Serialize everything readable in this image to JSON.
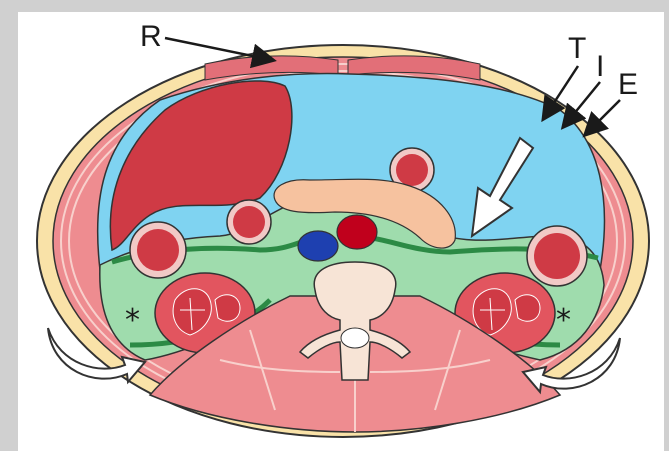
{
  "labels": {
    "R": "R",
    "T": "T",
    "I": "I",
    "E": "E",
    "asterisk_left": "*",
    "asterisk_right": "*"
  },
  "colors": {
    "background": "#d0d0d0",
    "fat": "#f9e2a8",
    "muscle": "#ee8c90",
    "peritoneal_fluid": "#7fd3f1",
    "retroperitoneum": "#9fdcad",
    "retroperitoneum_dark": "#2c8a45",
    "organ": "#cf3a45",
    "kidney": "#e2555f",
    "pancreas": "#f6c29f",
    "aorta": "#c0001c",
    "ivc": "#1e40b0",
    "vertebra": "#f7e4d6",
    "outline": "#333333"
  },
  "icons": [
    "arrow-icon",
    "curved-arrow-icon"
  ]
}
